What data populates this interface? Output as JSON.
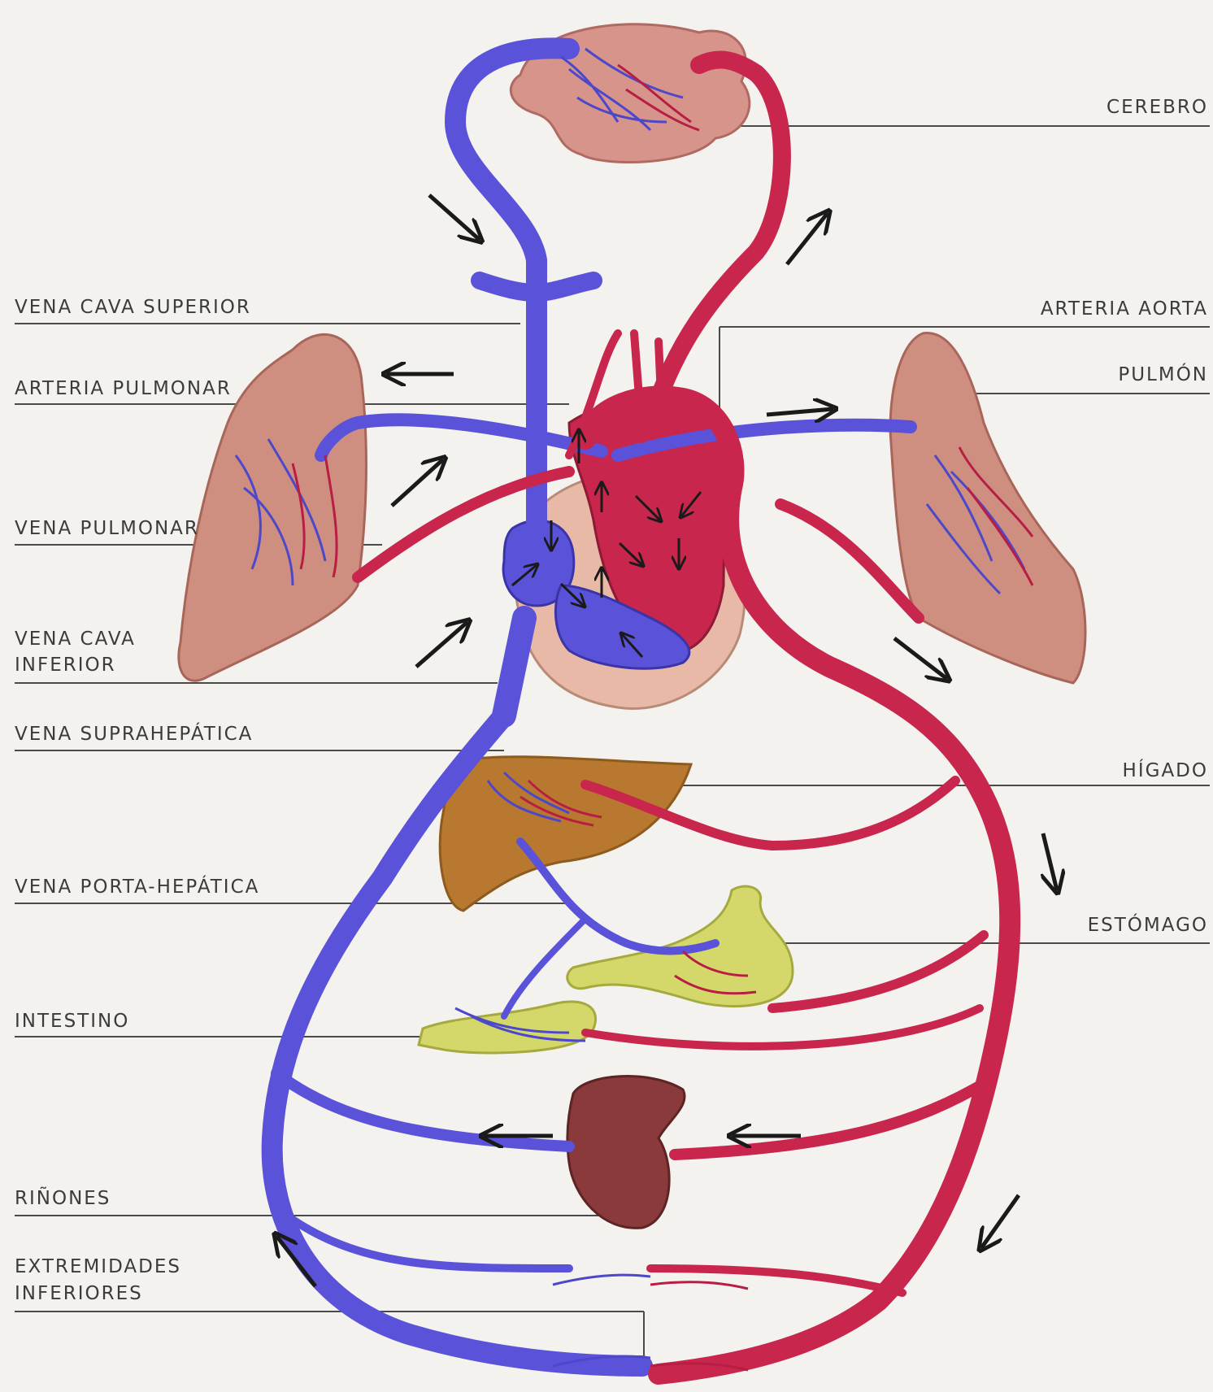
{
  "labels": {
    "left": {
      "vena_cava_superior": "VENA CAVA SUPERIOR",
      "arteria_pulmonar": "ARTERIA PULMONAR",
      "vena_pulmonar": "VENA PULMONAR",
      "vena_cava_inferior_1": "VENA CAVA",
      "vena_cava_inferior_2": "INFERIOR",
      "vena_suprahepatica": "VENA SUPRAHEPÁTICA",
      "vena_porta_hepatica": "VENA PORTA-HEPÁTICA",
      "intestino": "INTESTINO",
      "rinones": "RIÑONES",
      "extremidades_1": "EXTREMIDADES",
      "extremidades_2": "INFERIORES"
    },
    "right": {
      "cerebro": "CEREBRO",
      "arteria_aorta": "ARTERIA AORTA",
      "pulmon": "PULMÓN",
      "higado": "HÍGADO",
      "estomago": "ESTÓMAGO"
    }
  },
  "colors": {
    "vein": "#5a52d8",
    "artery": "#c8264c",
    "lung": "#cf8f80",
    "brain": "#d6948a",
    "liver": "#b8782f",
    "stomach": "#d4d86a",
    "kidney": "#8a3a3a",
    "heart_wall": "#e9b9a8",
    "leader_line": "#4a4a4a"
  }
}
